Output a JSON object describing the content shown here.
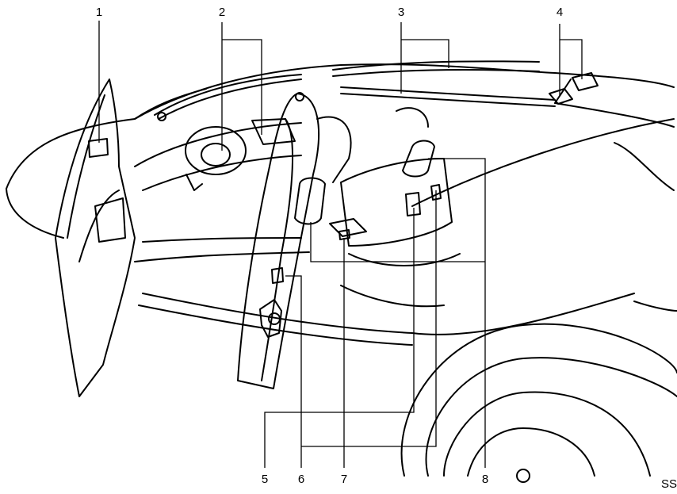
{
  "diagram": {
    "callouts": [
      "1",
      "2",
      "3",
      "4",
      "5",
      "6",
      "7",
      "8"
    ],
    "figure_code": "SS"
  },
  "colors": {
    "line": "#000000",
    "background": "#ffffff"
  }
}
